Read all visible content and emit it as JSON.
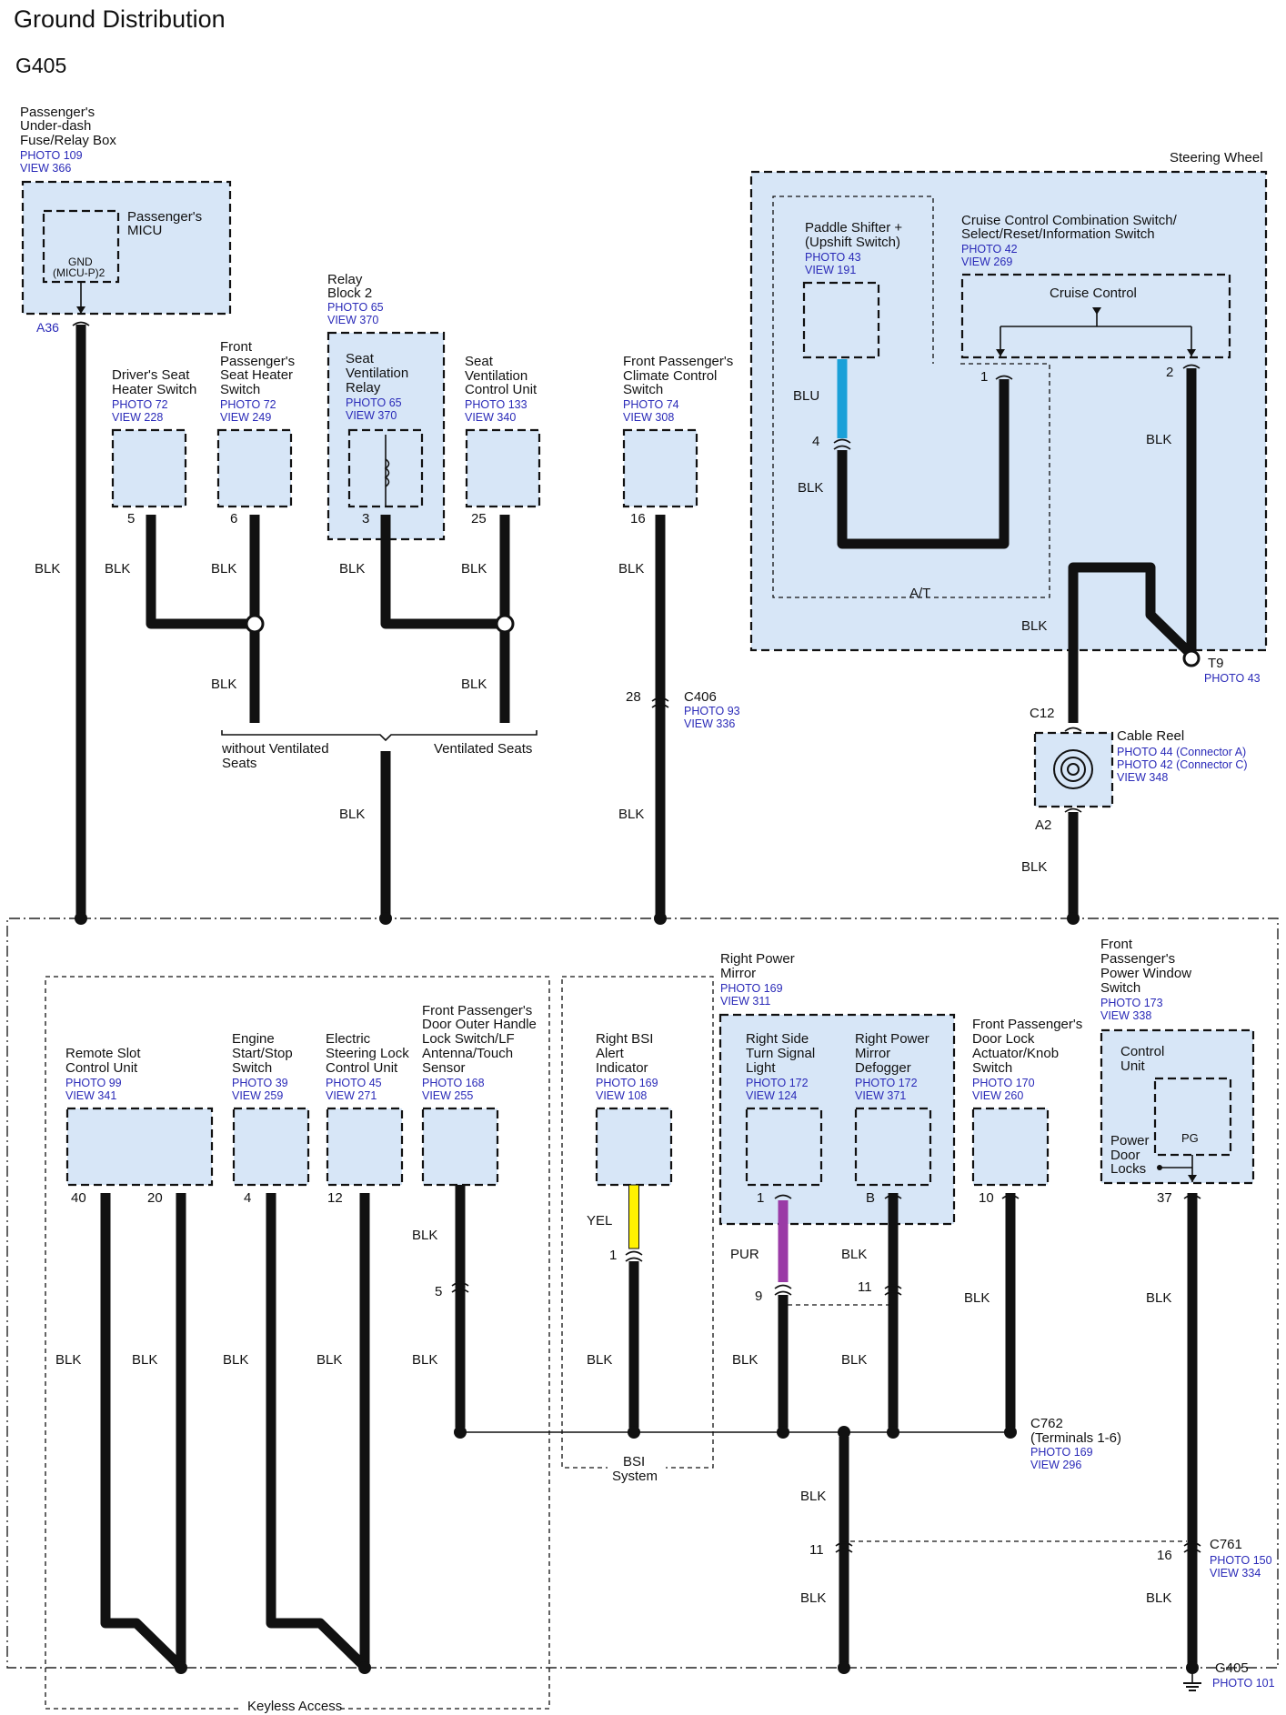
{
  "title": "Ground Distribution",
  "ground_id": "G405",
  "wire_colors": {
    "blk": "#111111",
    "blu": "#1aa0d8",
    "yel": "#fff200",
    "pur": "#9a3aa6",
    "box_fill": "#d7e6f7",
    "ref_text": "#2a2ab8"
  },
  "labels": {
    "blk": "BLK",
    "blu": "BLU",
    "yel": "YEL",
    "pur": "PUR",
    "at": "A/T",
    "without_vent_1": "without Ventilated",
    "without_vent_2": "Seats",
    "ventilated": "Ventilated Seats",
    "keyless": "Keyless Access",
    "bsi_1": "BSI",
    "bsi_2": "System",
    "steering_wheel": "Steering Wheel"
  },
  "components": {
    "micu_box": {
      "lines": [
        "Passenger's",
        "Under-dash",
        "Fuse/Relay Box"
      ],
      "photo": "PHOTO 109",
      "view": "VIEW 366"
    },
    "micu": {
      "lines": [
        "Passenger's",
        "MICU"
      ],
      "pin_lines": [
        "GND",
        "(MICU-P)2"
      ],
      "conn": "A36"
    },
    "drv_seat_heater": {
      "lines": [
        "Driver's Seat",
        "Heater Switch"
      ],
      "photo": "PHOTO 72",
      "view": "VIEW 228",
      "pin": "5"
    },
    "fp_seat_heater": {
      "lines": [
        "Front",
        "Passenger's",
        "Seat Heater",
        "Switch"
      ],
      "photo": "PHOTO 72",
      "view": "VIEW 249",
      "pin": "6"
    },
    "relay_block": {
      "lines": [
        "Relay",
        "Block 2"
      ],
      "photo": "PHOTO 65",
      "view": "VIEW 370"
    },
    "svr": {
      "lines": [
        "Seat",
        "Ventilation",
        "Relay"
      ],
      "photo": "PHOTO 65",
      "view": "VIEW 370",
      "pin": "3"
    },
    "svcu": {
      "lines": [
        "Seat",
        "Ventilation",
        "Control Unit"
      ],
      "photo": "PHOTO 133",
      "view": "VIEW 340",
      "pin": "25"
    },
    "fp_climate": {
      "lines": [
        "Front Passenger's",
        "Climate Control",
        "Switch"
      ],
      "photo": "PHOTO 74",
      "view": "VIEW 308",
      "pin": "16"
    },
    "c406": {
      "name": "C406",
      "photo": "PHOTO 93",
      "view": "VIEW 336",
      "pin": "28"
    },
    "paddle": {
      "lines": [
        "Paddle Shifter +",
        "(Upshift Switch)"
      ],
      "photo": "PHOTO 43",
      "view": "VIEW 191",
      "pin": "4"
    },
    "cruise_combo": {
      "lines": [
        "Cruise Control Combination Switch/",
        "Select/Reset/Information Switch"
      ],
      "photo": "PHOTO 42",
      "view": "VIEW 269",
      "inner": "Cruise Control",
      "pin1": "1",
      "pin2": "2"
    },
    "t9": {
      "name": "T9",
      "photo": "PHOTO 43"
    },
    "cable_reel": {
      "name": "Cable Reel",
      "photo_a": "PHOTO 44 (Connector A)",
      "photo_c": "PHOTO 42 (Connector C)",
      "view": "VIEW 348",
      "top": "C12",
      "bottom": "A2"
    },
    "remote_slot": {
      "lines": [
        "Remote Slot",
        "Control Unit"
      ],
      "photo": "PHOTO 99",
      "view": "VIEW 341",
      "pin_a": "40",
      "pin_b": "20"
    },
    "engine_start": {
      "lines": [
        "Engine",
        "Start/Stop",
        "Switch"
      ],
      "photo": "PHOTO 39",
      "view": "VIEW 259",
      "pin": "4"
    },
    "steer_lock": {
      "lines": [
        "Electric",
        "Steering Lock",
        "Control Unit"
      ],
      "photo": "PHOTO 45",
      "view": "VIEW 271",
      "pin": "12"
    },
    "door_handle": {
      "lines": [
        "Front Passenger's",
        "Door Outer Handle",
        "Lock Switch/LF",
        "Antenna/Touch",
        "Sensor"
      ],
      "photo": "PHOTO 168",
      "view": "VIEW 255",
      "pin": "5"
    },
    "bsi": {
      "lines": [
        "Right BSI",
        "Alert",
        "Indicator"
      ],
      "photo": "PHOTO 169",
      "view": "VIEW 108",
      "pin": "1"
    },
    "mirror": {
      "lines": [
        "Right Power",
        "Mirror"
      ],
      "photo": "PHOTO 169",
      "view": "VIEW 311"
    },
    "turn_light": {
      "lines": [
        "Right Side",
        "Turn Signal",
        "Light"
      ],
      "photo": "PHOTO 172",
      "view": "VIEW 124",
      "pin": "1",
      "pin2": "9"
    },
    "defogger": {
      "lines": [
        "Right Power",
        "Mirror",
        "Defogger"
      ],
      "photo": "PHOTO 172",
      "view": "VIEW 371",
      "pin": "B",
      "pin2": "11"
    },
    "door_lock_act": {
      "lines": [
        "Front Passenger's",
        "Door Lock",
        "Actuator/Knob",
        "Switch"
      ],
      "photo": "PHOTO 170",
      "view": "VIEW 260",
      "pin": "10"
    },
    "window_switch": {
      "lines": [
        "Front",
        "Passenger's",
        "Power Window",
        "Switch"
      ],
      "photo": "PHOTO 173",
      "view": "VIEW 338",
      "inner_lines": [
        "Control",
        "Unit"
      ],
      "pg": "PG",
      "pdl": [
        "Power",
        "Door",
        "Locks"
      ],
      "pin": "37"
    },
    "c762": {
      "name": "C762",
      "sub": "(Terminals 1-6)",
      "photo": "PHOTO 169",
      "view": "VIEW 296"
    },
    "c761": {
      "name": "C761",
      "photo": "PHOTO 150",
      "view": "VIEW 334",
      "pin_a": "11",
      "pin_b": "16"
    },
    "g405": {
      "name": "G405",
      "photo": "PHOTO 101"
    }
  }
}
